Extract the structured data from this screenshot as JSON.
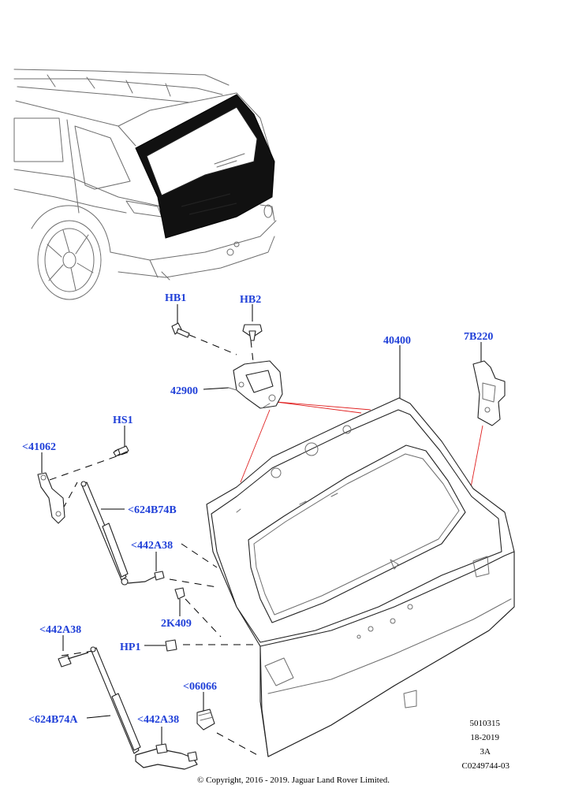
{
  "callouts": {
    "hb1": "HB1",
    "hb2": "HB2",
    "p42900": "42900",
    "p40400": "40400",
    "p7b220": "7B220",
    "hs1": "HS1",
    "p41062": "<41062",
    "p624b74b": "<624B74B",
    "p442a38_top": "<442A38",
    "p2k409": "2K409",
    "p442a38_mid": "<442A38",
    "hp1": "HP1",
    "p06066": "<06066",
    "p624b74a": "<624B74A",
    "p442a38_bot": "<442A38"
  },
  "reference": {
    "code1": "5010315",
    "code2": "18-2019",
    "code3": "3A",
    "code4": "C0249744-03"
  },
  "copyright": "© Copyright, 2016 - 2019. Jaguar Land Rover Limited.",
  "colors": {
    "callout": "#1f3fd8",
    "leader_red": "#e02020",
    "glass": "#111111"
  }
}
